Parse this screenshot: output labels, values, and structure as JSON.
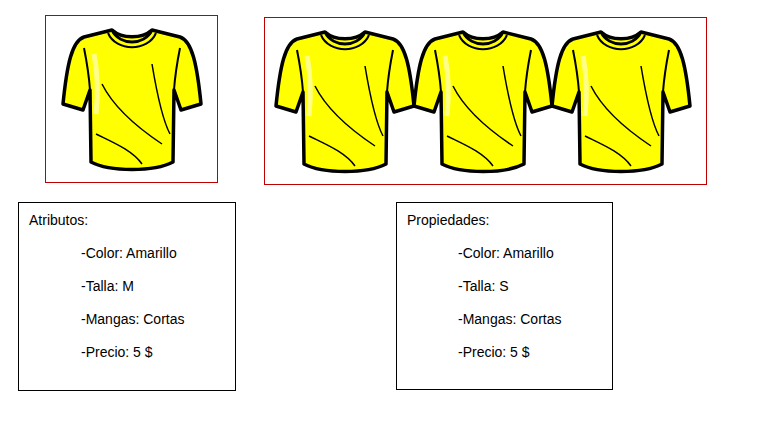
{
  "diagram": {
    "nodes": [
      {
        "text": [
          "Atributos:",
          "-Color: Amarillo",
          "-Talla: M",
          "-Mangas: Cortas",
          "-Precio: 5 $"
        ]
      },
      {
        "text": [
          "Propiedades:",
          "-Color: Amarillo",
          "-Talla: S",
          "-Mangas: Cortas",
          "-Precio: 5 $"
        ]
      }
    ]
  }
}
